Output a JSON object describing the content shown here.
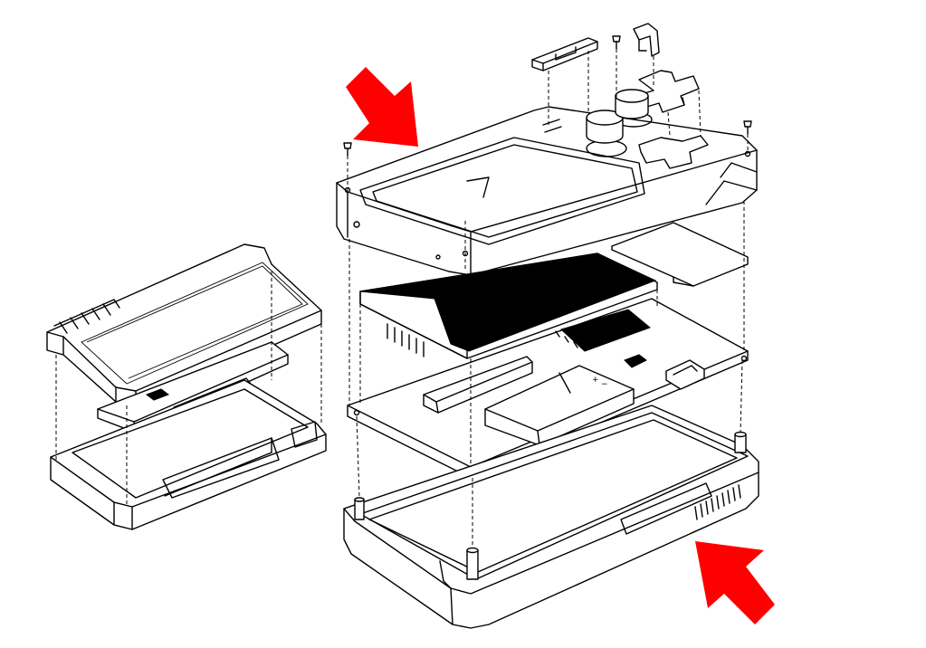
{
  "figure": {
    "kind": "exploded-assembly-drawing",
    "line_color": "#000000",
    "background": "#ffffff",
    "accent_arrow_color": "#ff0000",
    "battery_markings": {
      "plus": "+",
      "minus": "−"
    }
  },
  "callouts": [
    {
      "icon": "arrow-down-right-icon",
      "points_to": "top-shell"
    },
    {
      "icon": "arrow-up-left-icon",
      "points_to": "bottom-shell"
    }
  ]
}
